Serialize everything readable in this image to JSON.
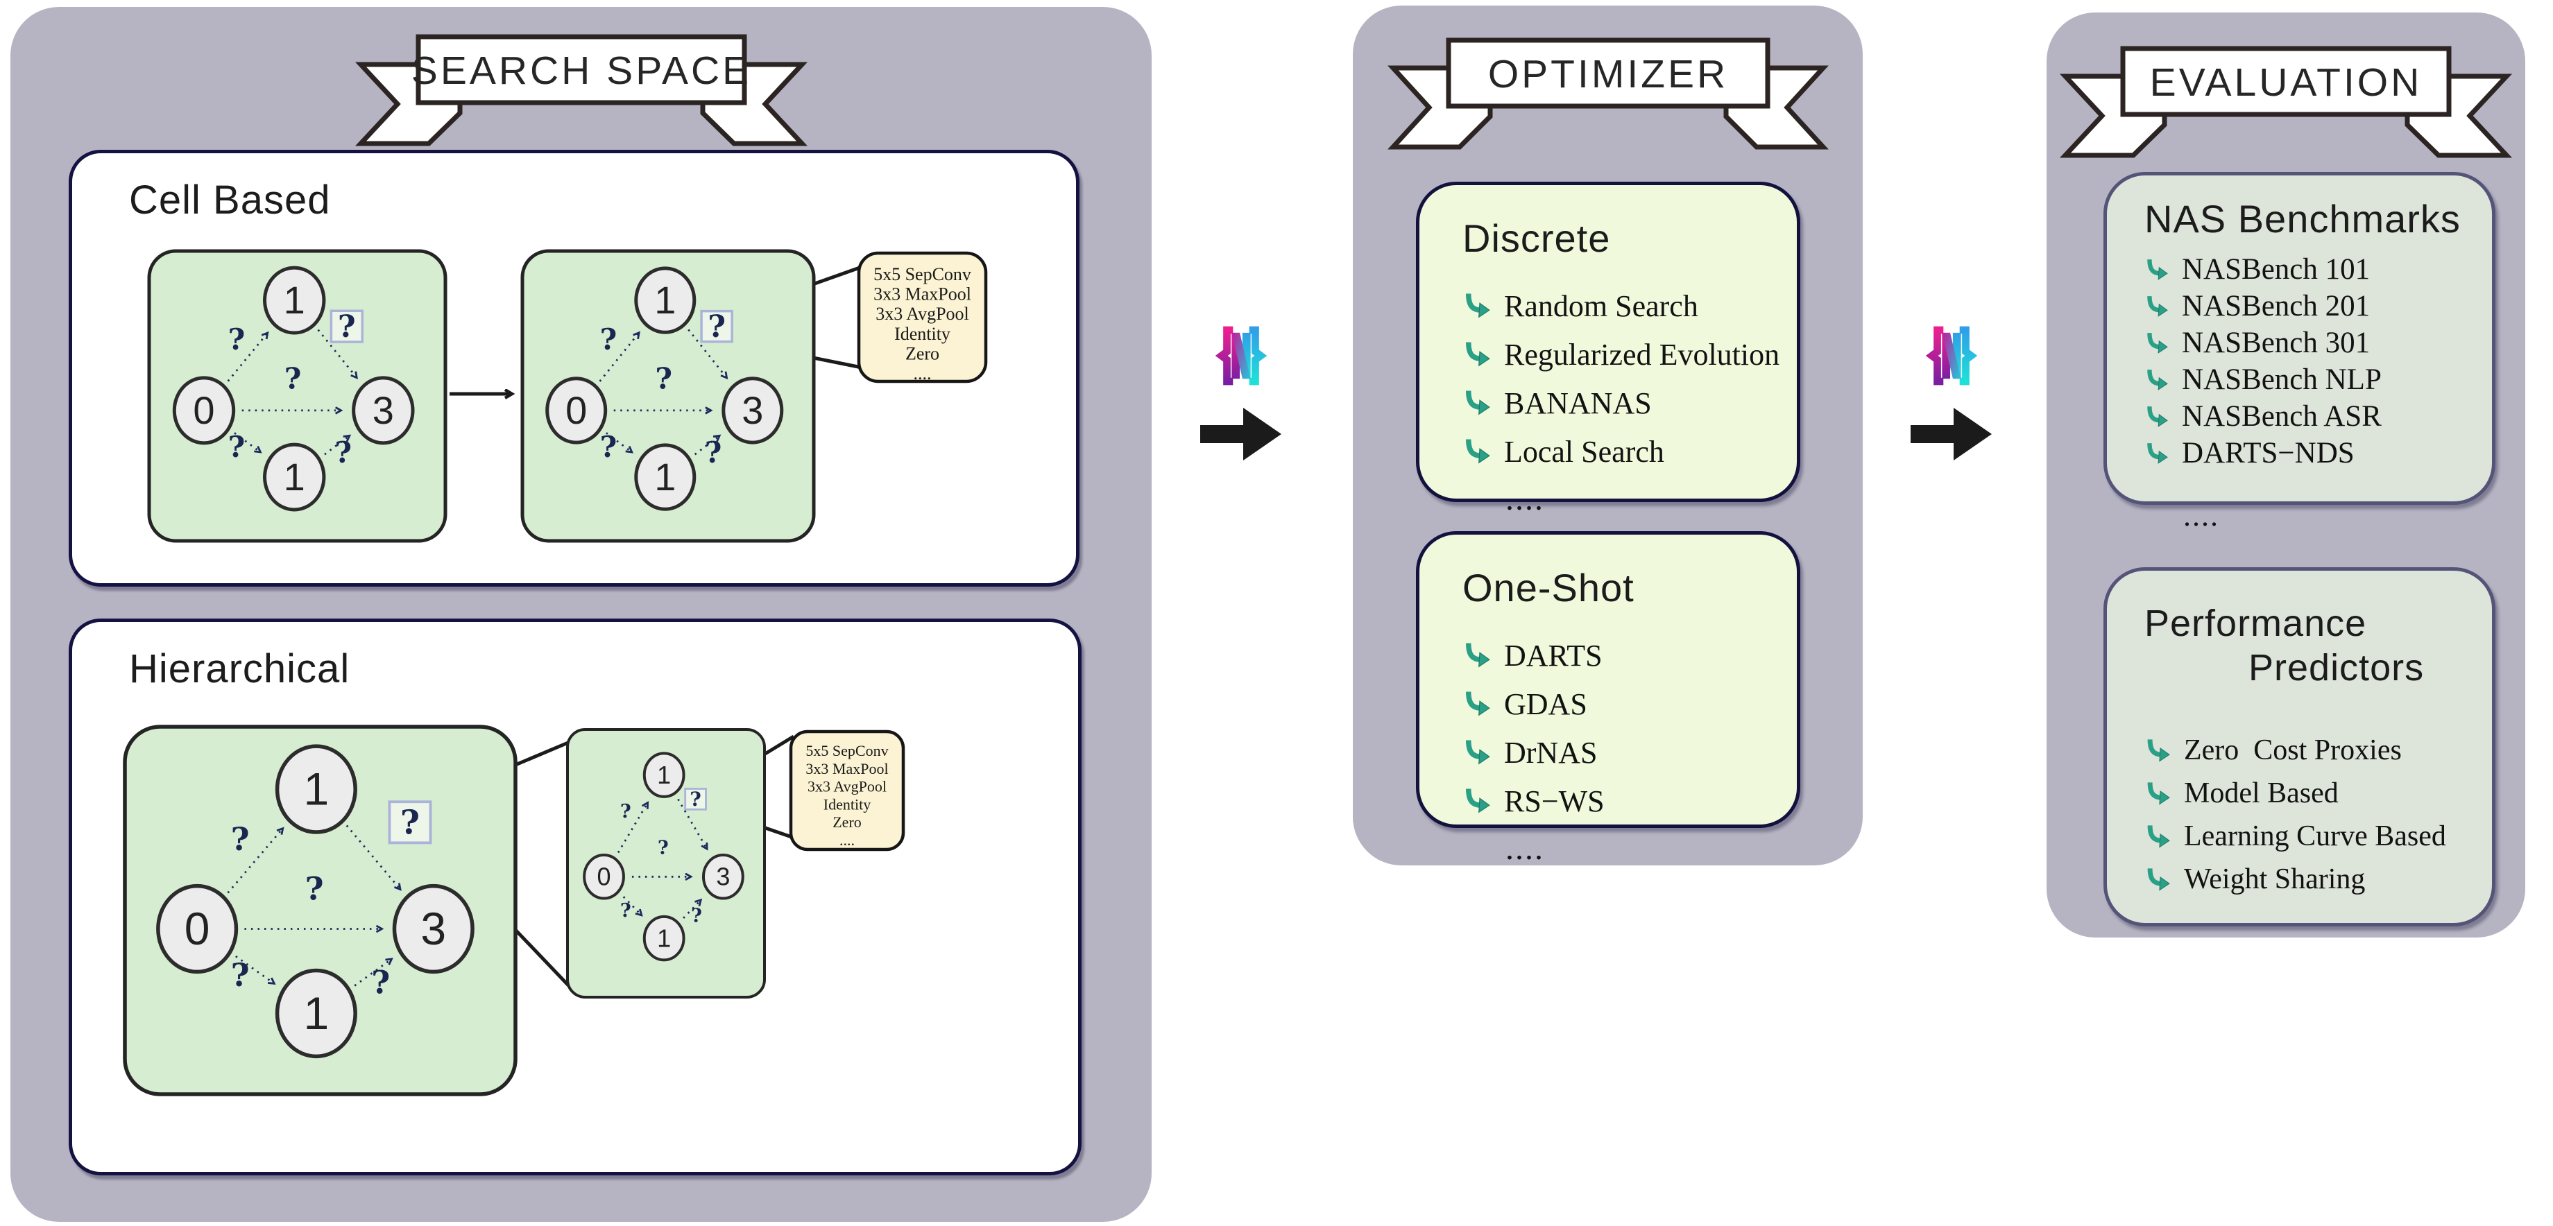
{
  "panels": {
    "search_space": {
      "banner": "SEARCH SPACE",
      "cell_based": {
        "title": "Cell Based"
      },
      "hierarchical": {
        "title": "Hierarchical"
      },
      "graph": {
        "node_labels": [
          "0",
          "1",
          "1",
          "3"
        ],
        "edge_label": "?",
        "op_box_label": "?"
      },
      "ops_box": {
        "lines": [
          "5x5 SepConv",
          "3x3 MaxPool",
          "3x3 AvgPool",
          "Identity",
          "Zero",
          "...."
        ]
      }
    },
    "optimizer": {
      "banner": "OPTIMIZER",
      "discrete": {
        "title": "Discrete",
        "items": [
          "Random Search",
          "Regularized Evolution",
          "BANANAS",
          "Local Search"
        ],
        "more": "...."
      },
      "one_shot": {
        "title": "One-Shot",
        "items": [
          "DARTS",
          "GDAS",
          "DrNAS",
          "RS−WS"
        ],
        "more": "...."
      }
    },
    "evaluation": {
      "banner": "EVALUATION",
      "nas_benchmarks": {
        "title": "NAS Benchmarks",
        "items": [
          "NASBench 101",
          "NASBench 201",
          "NASBench 301",
          "NASBench NLP",
          "NASBench ASR",
          "DARTS−NDS"
        ],
        "more": "...."
      },
      "performance_predictors": {
        "title_line1": "Performance",
        "title_line2": "Predictors",
        "items": [
          "Zero  Cost Proxies",
          "Model Based",
          "Learning Curve Based",
          "Weight Sharing"
        ]
      }
    }
  },
  "icons": {
    "logo": "naslib-logo",
    "flow_arrow": "arrow-right-icon",
    "list_bullet": "branch-arrow-icon"
  },
  "colors": {
    "panel_bg": "#b6b4c2",
    "box_border_navy": "#141240",
    "cell_green": "#d7edd1",
    "node_gray": "#ececec",
    "ops_yellow": "#fbf3d3",
    "optimizer_box": "#f1f9dc",
    "evaluation_box": "#dde4d9",
    "evaluation_border": "#545478",
    "bullet_teal": "#2aa187",
    "edge_navy": "#1c2a5e",
    "arrow_black": "#1b1b1b",
    "logo_magenta": "#e8218d",
    "logo_purple": "#8a24a8",
    "logo_cyan": "#1fd9e0",
    "logo_blue": "#2f9fe8"
  }
}
